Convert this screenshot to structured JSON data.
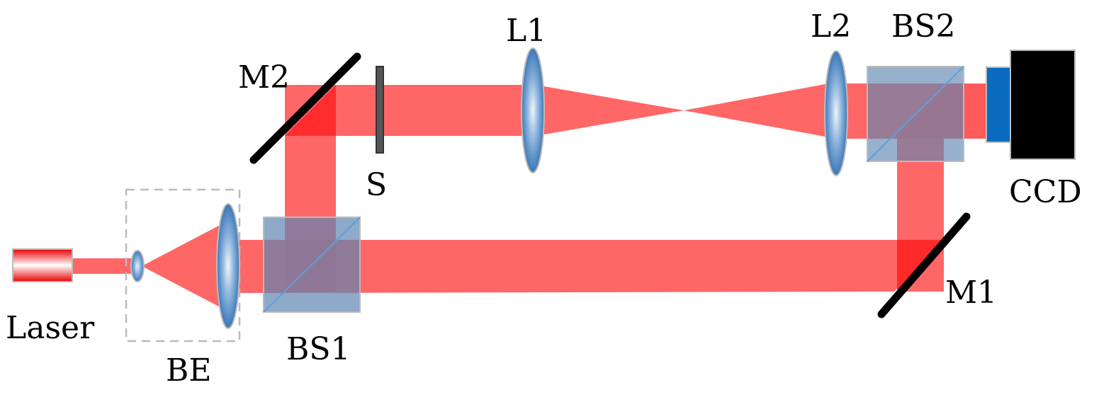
{
  "diagram": {
    "labels": {
      "laser": "Laser",
      "be": "BE",
      "bs1": "BS1",
      "m2": "M2",
      "s": "S",
      "l1": "L1",
      "l2": "L2",
      "bs2": "BS2",
      "ccd": "CCD",
      "m1": "M1"
    },
    "colors": {
      "beam": "#ff5a5a",
      "beam_dense": "#ff1a1a",
      "lens_blue": "#2b6cb0",
      "lens_highlight": "#e6f0fa",
      "splitter": "#6a8fb8",
      "mirror": "#000000",
      "ccd_body": "#000000",
      "ccd_window": "#0a6bbf",
      "laser_red": "#e60000",
      "dashed_box": "#bbbbbb"
    }
  }
}
